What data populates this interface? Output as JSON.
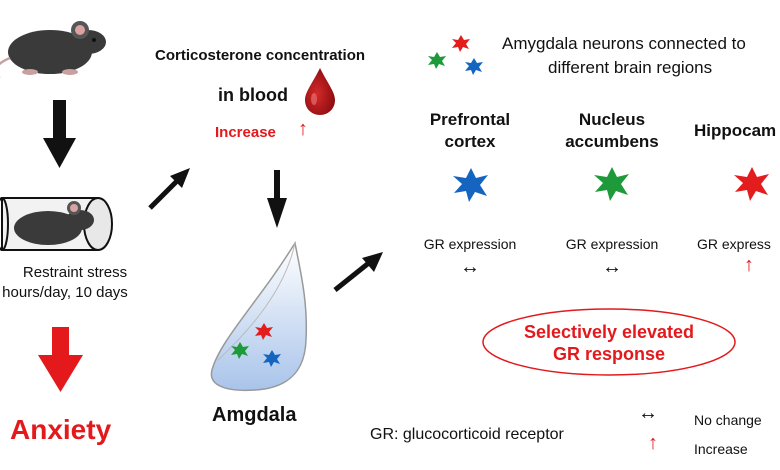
{
  "colors": {
    "accent_red": "#e3191c",
    "blue_neuron": "#1565c0",
    "green_neuron": "#1f9a3a",
    "red_neuron": "#e31d1d",
    "amygdala_fill": "#b9cfec",
    "mouse": "#3a3a3a"
  },
  "left": {
    "stress_line1": "Restraint stress",
    "stress_line2": "hours/day, 10 days",
    "outcome": "Anxiety"
  },
  "blood": {
    "title_line1": "Corticosterone concentration",
    "title_line2": "in blood",
    "change_label": "Increase",
    "change_symbol": "↑"
  },
  "amygdala": {
    "label": "Amgdala"
  },
  "neurons_header": {
    "line1": "Amygdala neurons connected to",
    "line2": "different brain regions"
  },
  "regions": [
    {
      "name_line1": "Prefrontal",
      "name_line2": "cortex",
      "gr_label": "GR expression",
      "change": "↔",
      "neuron_color": "blue"
    },
    {
      "name_line1": "Nucleus",
      "name_line2": "accumbens",
      "gr_label": "GR expression",
      "change": "↔",
      "neuron_color": "green"
    },
    {
      "name_line1": "Hippocam",
      "name_line2": "",
      "gr_label": "GR express",
      "change": "↑",
      "neuron_color": "red"
    }
  ],
  "callout": {
    "line1": "Selectively elevated",
    "line2": "GR response"
  },
  "legend": {
    "definition": "GR: glucocorticoid receptor",
    "items": [
      {
        "symbol": "↔",
        "label": "No change"
      },
      {
        "symbol": "↑",
        "label": "Increase"
      }
    ]
  }
}
